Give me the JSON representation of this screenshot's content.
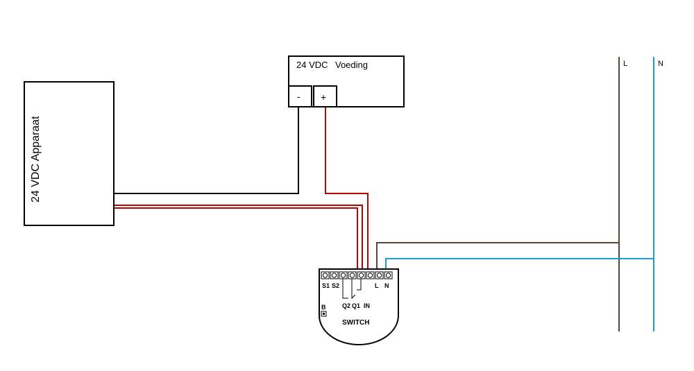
{
  "device": {
    "label": "24 VDC  Apparaat"
  },
  "power_supply": {
    "label_voltage": "24 VDC",
    "label_name": "Voeding",
    "terminal_minus": "-",
    "terminal_plus": "+"
  },
  "mains": {
    "line_label": "L",
    "neutral_label": "N"
  },
  "switch_module": {
    "title": "SWITCH",
    "button_label": "B",
    "terminals": [
      "S1",
      "S2",
      "L",
      "N"
    ],
    "outputs": [
      "Q2",
      "Q1",
      "IN"
    ]
  },
  "colors": {
    "black": "#000000",
    "red": "#c00000",
    "brown": "#5c4433",
    "blue": "#1e9bd7"
  }
}
